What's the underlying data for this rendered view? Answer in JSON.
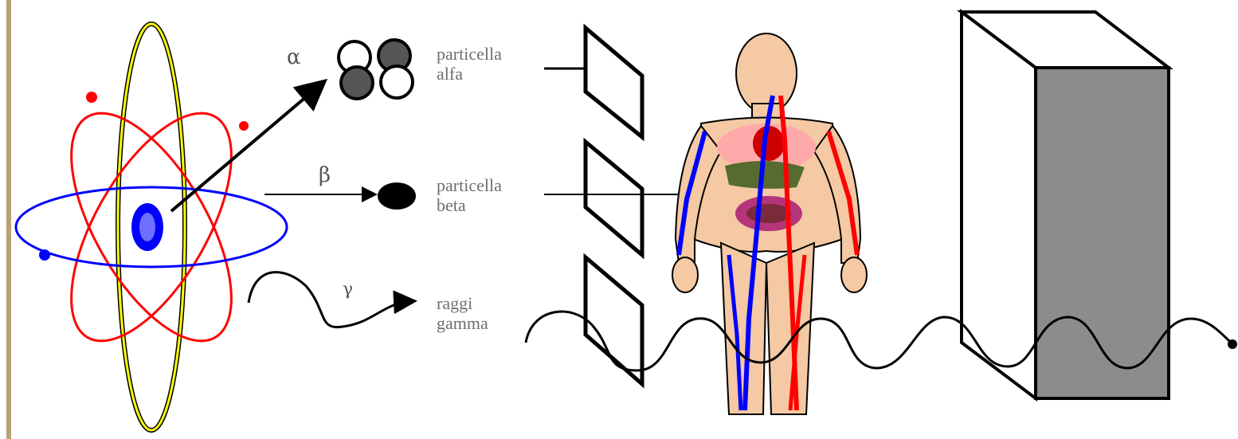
{
  "symbols": {
    "alpha": "α",
    "beta": "β",
    "gamma": "γ"
  },
  "labels": {
    "alpha_line1": "particella",
    "alpha_line2": "alfa",
    "beta_line1": "particella",
    "beta_line2": "beta",
    "gamma_line1": "raggi",
    "gamma_line2": "gamma"
  },
  "colors": {
    "orbit_red": "#ff0000",
    "orbit_blue": "#0000ff",
    "orbit_yellow": "#ffff00",
    "nucleus": "#3b3bff",
    "shield_gray": "#8c8c8c",
    "skin": "#f4c9a3",
    "border_stripe": "#b8a273"
  }
}
